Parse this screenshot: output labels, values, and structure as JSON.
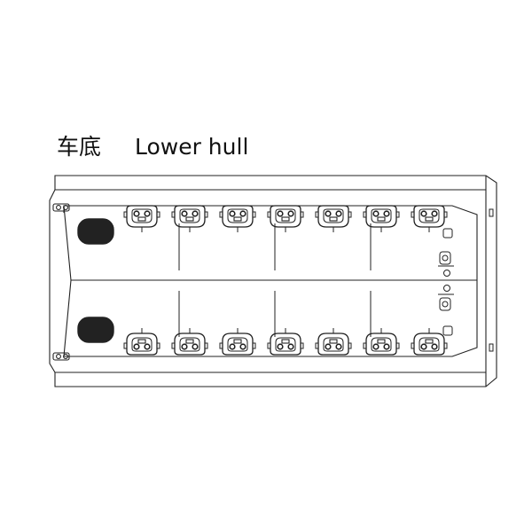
{
  "title": {
    "zh": "车底",
    "en": "Lower hull"
  },
  "drawing": {
    "stroke_color": "#222222",
    "road_wheels_per_side": 7,
    "engine_grilles": 2,
    "icons": [
      "engine-grille-icon",
      "road-wheel-icon",
      "suspension-mount-icon"
    ]
  }
}
